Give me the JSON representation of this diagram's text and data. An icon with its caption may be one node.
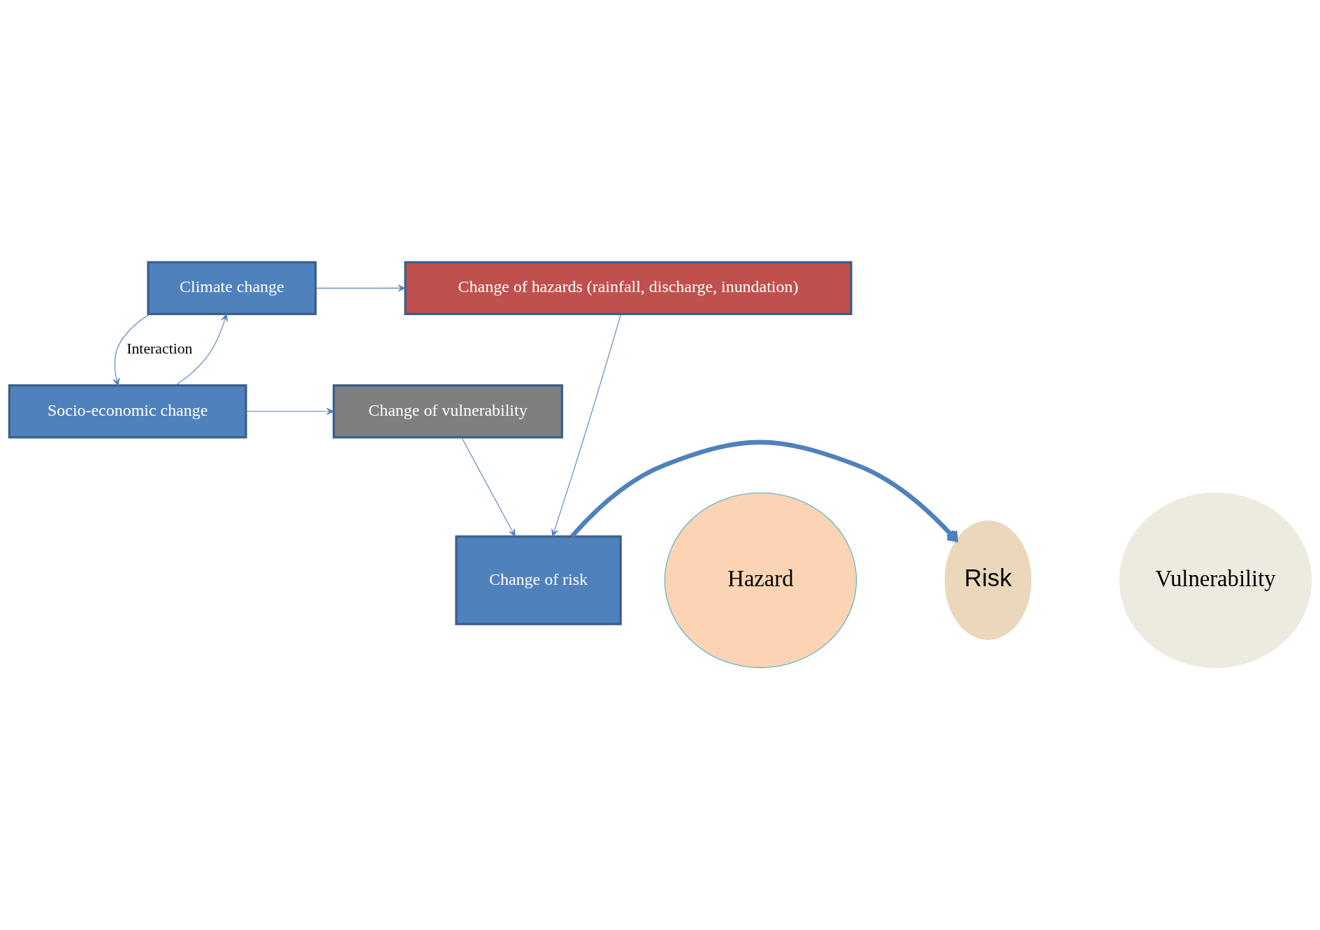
{
  "diagram": {
    "nodes": [
      {
        "text": [
          "Climate change"
        ]
      },
      {
        "text": [
          "Change of hazards (rainfall, discharge, inundation)"
        ]
      },
      {
        "text": [
          "Hazard"
        ]
      },
      {
        "text": [
          "Vulnerability"
        ]
      },
      {
        "text": [
          "Risk"
        ]
      },
      {
        "text": [
          "Change of risk"
        ]
      },
      {
        "text": [
          "Socio-economic change"
        ]
      },
      {
        "text": [
          "Change of vulnerability"
        ]
      }
    ],
    "edges": [
      {
        "from": 0,
        "to": 1,
        "arrow": "to"
      },
      {
        "from": 1,
        "to": 5,
        "arrow": "to"
      },
      {
        "from": 0,
        "to": 6,
        "arrow": "to",
        "label": "Interaction"
      },
      {
        "from": 6,
        "to": 0,
        "arrow": "to"
      },
      {
        "from": 6,
        "to": 7,
        "arrow": "to"
      },
      {
        "from": 7,
        "to": 5,
        "arrow": "to"
      },
      {
        "from": 5,
        "to": 4,
        "arrow": "to",
        "style": "thick"
      }
    ]
  }
}
